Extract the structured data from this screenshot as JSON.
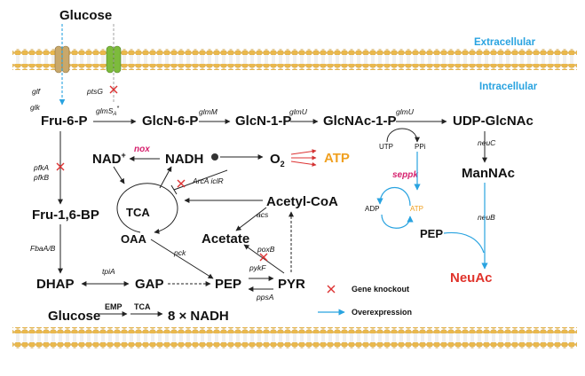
{
  "compartments": {
    "extracellular": "Extracellular",
    "intracellular": "Intracellular"
  },
  "metabolites": {
    "glucose_top": "Glucose",
    "fru6p": "Fru-6-P",
    "glcn6p": "GlcN-6-P",
    "glcn1p": "GlcN-1-P",
    "glcnac1p": "GlcNAc-1-P",
    "udpglcnac": "UDP-GlcNAc",
    "manac": "ManNAc",
    "neuac": "NeuAc",
    "pep_right": "PEP",
    "utp": "UTP",
    "ppi": "PPi",
    "adp": "ADP",
    "atp_cycle": "ATP",
    "nad": "NAD",
    "nad_sup": "+",
    "nadh": "NADH",
    "o2": "O",
    "o2_sub": "2",
    "atp_main": "ATP",
    "tca": "TCA",
    "oaa": "OAA",
    "acetylcoa": "Acetyl-CoA",
    "acetate": "Acetate",
    "fru16bp": "Fru-1,6-BP",
    "dhap": "DHAP",
    "gap": "GAP",
    "pep": "PEP",
    "pyr": "PYR",
    "glucose_bottom": "Glucose",
    "emp": "EMP",
    "tca_bottom": "TCA",
    "nadh_yield": "8 × NADH"
  },
  "genes": {
    "glf": "glf",
    "ptsg": "ptsG",
    "glk": "glk",
    "glms": "glmS",
    "glms_sub": "A",
    "glms_sup": "*",
    "glmm": "glmM",
    "glmu1": "glmU",
    "glmu2": "glmU",
    "neuc": "neuC",
    "neub": "neuB",
    "nox": "nox",
    "seppk": "seppk",
    "pfka": "pfkA",
    "pfkb": "pfkB",
    "arca": "ArcA iclR",
    "acs": "acs",
    "poxb": "poxB",
    "pck": "pck",
    "fbaa": "FbaA/B",
    "tpia": "tpiA",
    "pykf": "pykF",
    "ppsa": "ppsA"
  },
  "legend": {
    "knockout": "Gene knockout",
    "overexpression": "Overexpression"
  },
  "colors": {
    "membrane": "#e9b64a",
    "membrane_outline": "#c9962e",
    "transporter_tan": "#c9a86a",
    "transporter_green": "#7dbb3c",
    "overexpression": "#29a3e0",
    "knockout": "#d33333",
    "nox_seppk": "#d6226e",
    "atp": "#f0a020",
    "neuac": "#e0332b"
  }
}
